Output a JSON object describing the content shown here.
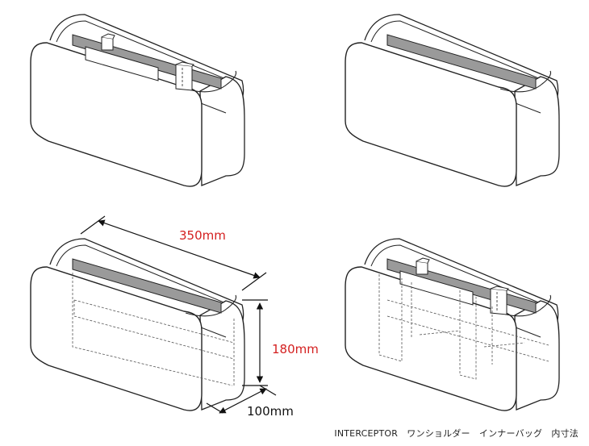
{
  "caption": "INTERCEPTOR　ワンショルダー　インナーバッグ　内寸法",
  "dimensions": {
    "width": "350mm",
    "height": "180mm",
    "depth": "100mm"
  },
  "colors": {
    "outline": "#222222",
    "strip": "#9a9a9a",
    "dimension_label": "#d42020",
    "dimension_line": "#111111",
    "hidden_line": "#555555"
  }
}
